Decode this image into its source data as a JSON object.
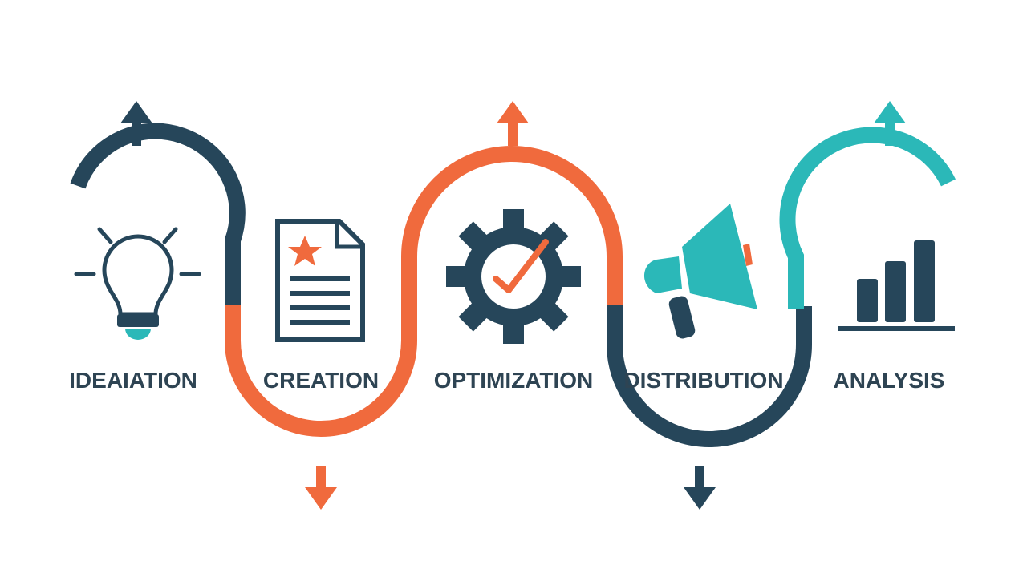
{
  "colors": {
    "navy": "#26465a",
    "orange": "#f06a3d",
    "teal": "#2bb8b8",
    "label": "#2e4453"
  },
  "stages": [
    {
      "label": "IDEAIATION",
      "icon": "lightbulb-icon",
      "arrow": "up",
      "arrow_color": "navy"
    },
    {
      "label": "CREATION",
      "icon": "document-star-icon",
      "arrow": "down",
      "arrow_color": "orange"
    },
    {
      "label": "OPTIMIZATION",
      "icon": "gear-check-icon",
      "arrow": "up",
      "arrow_color": "orange"
    },
    {
      "label": "DISTRIBUTION",
      "icon": "megaphone-icon",
      "arrow": "down",
      "arrow_color": "navy"
    },
    {
      "label": "ANALYSIS",
      "icon": "bar-chart-icon",
      "arrow": "up",
      "arrow_color": "teal"
    }
  ]
}
